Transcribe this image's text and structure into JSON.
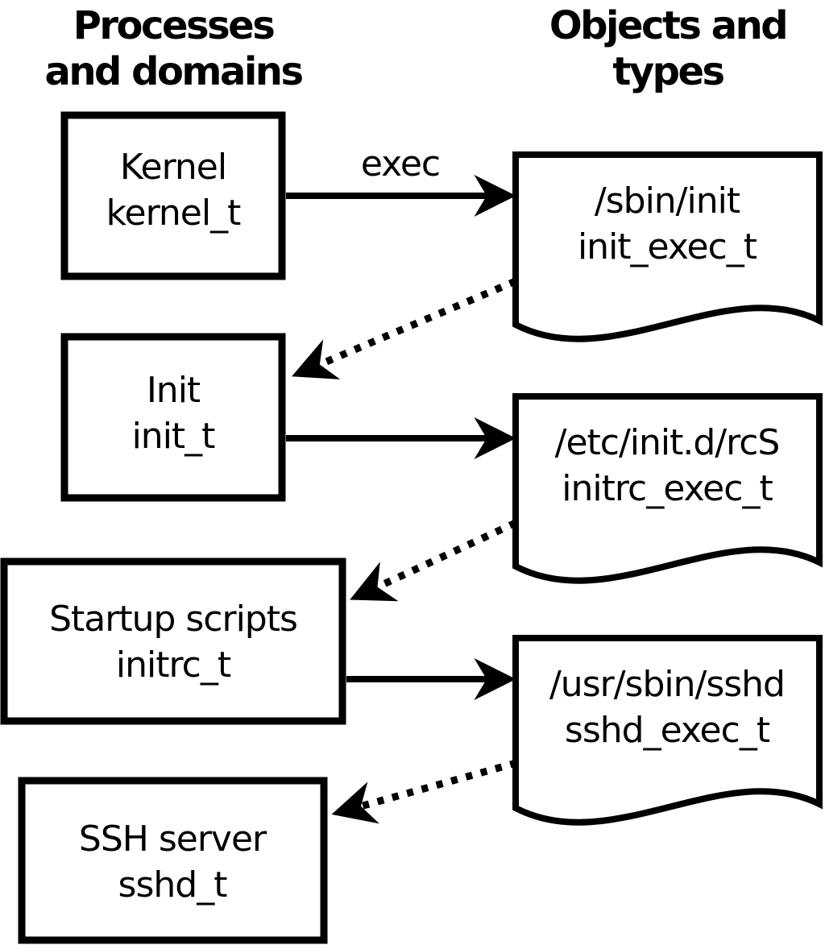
{
  "colors": {
    "ink": "#000000",
    "paper": "#ffffff"
  },
  "headers": {
    "left": {
      "line1": "Processes",
      "line2": "and domains"
    },
    "right": {
      "line1": "Objects and",
      "line2": "types"
    }
  },
  "processes": [
    {
      "label": "Kernel",
      "type": "kernel_t"
    },
    {
      "label": "Init",
      "type": "init_t"
    },
    {
      "label": "Startup scripts",
      "type": "initrc_t"
    },
    {
      "label": "SSH server",
      "type": "sshd_t"
    }
  ],
  "objects": [
    {
      "label": "/sbin/init",
      "type": "init_exec_t"
    },
    {
      "label": "/etc/init.d/rcS",
      "type": "initrc_exec_t"
    },
    {
      "label": "/usr/sbin/sshd",
      "type": "sshd_exec_t"
    }
  ],
  "edges": {
    "exec_label": "exec"
  }
}
